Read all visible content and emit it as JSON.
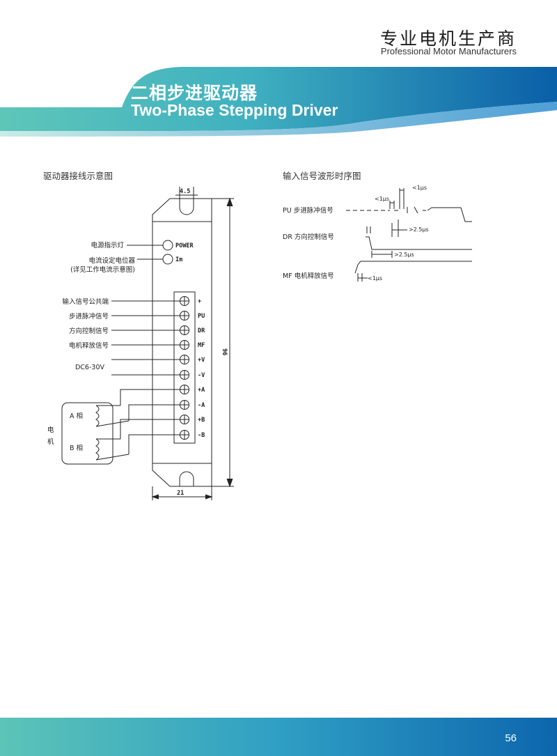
{
  "brand": {
    "name_cn": "专业电机生产商",
    "name_en": "Professional Motor Manufacturers"
  },
  "product": {
    "title_cn": "二相步进驱动器",
    "title_en": "Two-Phase Stepping Driver"
  },
  "wiring": {
    "title": "驱动器接线示意图",
    "dim_top": "4.5",
    "dim_height": "96",
    "dim_width": "21",
    "power_led_label": "电源指示灯",
    "power_text": "POWER",
    "current_pot_label": "电流设定电位器",
    "current_pot_note": "(详见工作电流示意图)",
    "current_pot_text": "Im",
    "input_labels": [
      "输入信号公共端",
      "步进脉冲信号",
      "方向控制信号",
      "电机释放信号"
    ],
    "supply_label": "DC6-30V",
    "terminals": [
      "+",
      "PU",
      "DR",
      "MF",
      "+V",
      "-V",
      "+A",
      "-A",
      "+B",
      "-B"
    ],
    "motor_label_1": "电",
    "motor_label_2": "机",
    "phase_a": "A 相",
    "phase_b": "B 相"
  },
  "timing": {
    "title": "输入信号波形时序图",
    "pu_label": "PU 步进脉冲信号",
    "dr_label": "DR 方向控制信号",
    "mf_label": "MF 电机释放信号",
    "t_1us_a": "<1μs",
    "t_1us_b": "<1μs",
    "t_25us_a": ">2.5μs",
    "t_25us_b": ">2.5μs",
    "t_1us_c": "<1μs"
  },
  "page_number": "56",
  "colors": {
    "banner_teal": "#4fbfb4",
    "banner_blue": "#0a5fa8",
    "footer_teal": "#59c3b7",
    "footer_blue": "#0d66ad"
  }
}
